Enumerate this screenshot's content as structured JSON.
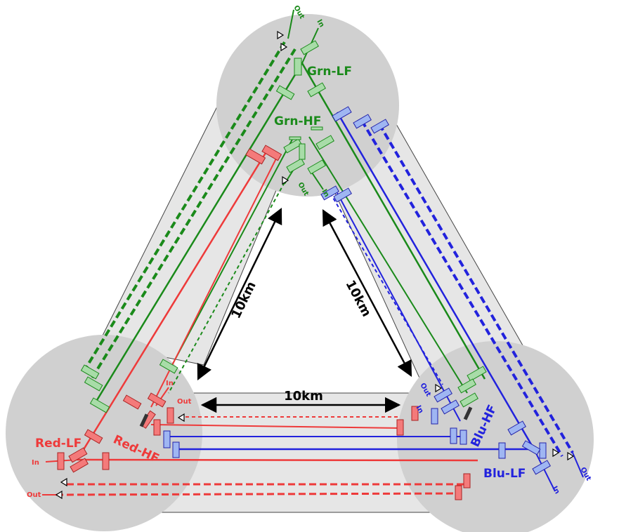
{
  "colors": {
    "green": "#1a8a1a",
    "green_fill": "#a8dca8",
    "red": "#ee3a3a",
    "red_fill": "#f47a7a",
    "blue": "#2222dd",
    "blue_fill": "#9fb6f2",
    "station": "#d0d0d0",
    "arm": "#e6e6e6"
  },
  "stations": {
    "top": {
      "lf": "Grn-LF",
      "hf": "Grn-HF"
    },
    "left": {
      "lf": "Red-LF",
      "hf": "Red-HF"
    },
    "right": {
      "lf": "Blu-LF",
      "hf": "Blu-HF"
    }
  },
  "ports": {
    "in": "In",
    "out": "Out"
  },
  "distances": {
    "left_arm": "10km",
    "right_arm": "10km",
    "bottom_arm": "10km"
  }
}
